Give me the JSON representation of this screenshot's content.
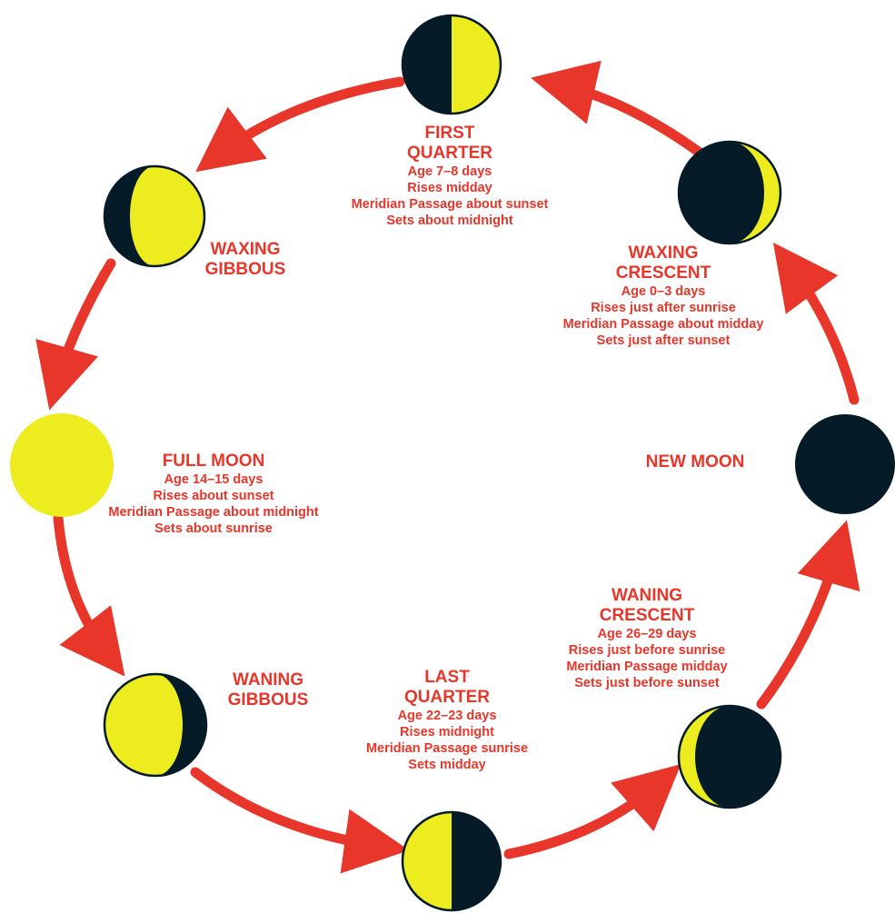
{
  "colors": {
    "arrow": "#e8362a",
    "dark": "#061b28",
    "lit": "#ecec1f",
    "text": "#e8362a"
  },
  "phases": {
    "first_quarter": {
      "title1": "FIRST",
      "title2": "QUARTER",
      "age": "Age 7–8 days",
      "rises": "Rises midday",
      "meridian": "Meridian Passage about sunset",
      "sets": "Sets about midnight"
    },
    "waxing_gibbous": {
      "title1": "WAXING",
      "title2": "GIBBOUS"
    },
    "waxing_crescent": {
      "title1": "WAXING",
      "title2": "CRESCENT",
      "age": "Age 0–3 days",
      "rises": "Rises just after sunrise",
      "meridian": "Meridian Passage about midday",
      "sets": "Sets just after sunset"
    },
    "full_moon": {
      "title": "FULL MOON",
      "age": "Age 14–15 days",
      "rises": "Rises about sunset",
      "meridian": "Meridian Passage about midnight",
      "sets": "Sets about sunrise"
    },
    "new_moon": {
      "title": "NEW MOON"
    },
    "waning_crescent": {
      "title1": "WANING",
      "title2": "CRESCENT",
      "age": "Age 26–29 days",
      "rises": "Rises just before sunrise",
      "meridian": "Meridian Passage midday",
      "sets": "Sets just before sunset"
    },
    "waning_gibbous": {
      "title1": "WANING",
      "title2": "GIBBOUS"
    },
    "last_quarter": {
      "title1": "LAST",
      "title2": "QUARTER",
      "age": "Age 22–23 days",
      "rises": "Rises midnight",
      "meridian": "Meridian Passage sunrise",
      "sets": "Sets midday"
    }
  }
}
